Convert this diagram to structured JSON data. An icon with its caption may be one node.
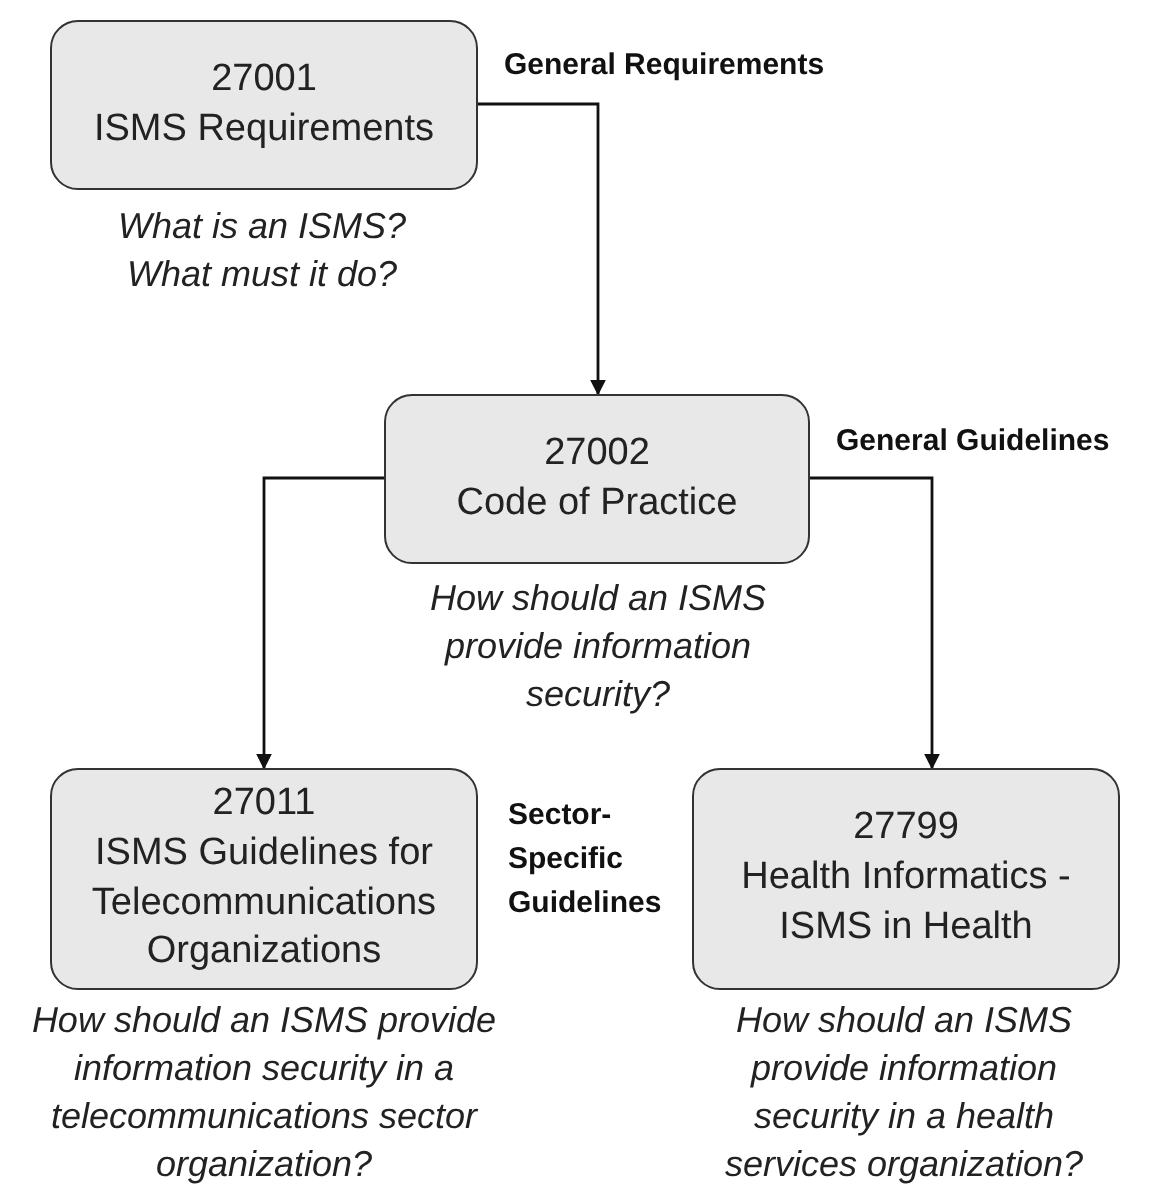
{
  "diagram": {
    "nodes": [
      {
        "text": [
          "27001",
          "ISMS Requirements"
        ],
        "beside": [
          "What is an ISMS? What must it do?"
        ]
      },
      {
        "text": [
          "27002",
          "Code of Practice"
        ],
        "beside": [
          "How should an ISMS provide information security?"
        ]
      },
      {
        "text": [
          "27011",
          "ISMS Guidelines for Telecommunications Organizations"
        ],
        "beside": [
          "How should an ISMS provide information security in a telecommunications sector organization?"
        ]
      },
      {
        "text": [
          "27799",
          "Health Informatics - ISMS in Health"
        ],
        "beside": [
          "How should an ISMS provide information security in a health services organization?"
        ]
      }
    ],
    "edges": [
      {
        "from": 0,
        "to": 1,
        "arrow": "to"
      },
      {
        "from": 1,
        "to": 2,
        "arrow": "to"
      },
      {
        "from": 1,
        "to": 3,
        "arrow": "to"
      }
    ],
    "labels": [
      "General Requirements",
      "General Guidelines",
      "Sector-Specific Guidelines"
    ]
  }
}
